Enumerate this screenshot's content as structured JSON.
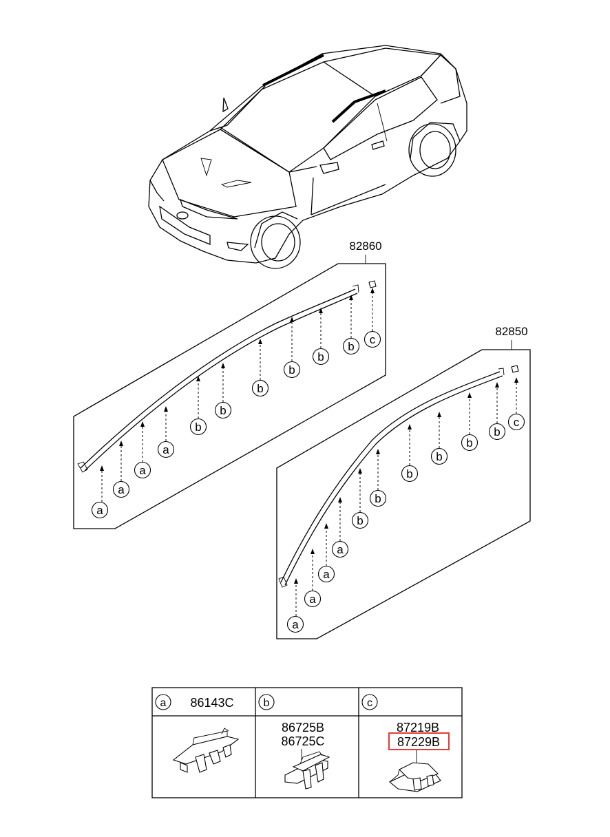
{
  "callouts": {
    "upper_assembly": "82860",
    "lower_assembly": "82850"
  },
  "clip_letters": {
    "a": "a",
    "b": "b",
    "c": "c"
  },
  "legend": {
    "a": {
      "letter": "a",
      "parts": [
        "86143C"
      ]
    },
    "b": {
      "letter": "b",
      "parts": [
        "86725B",
        "86725C"
      ]
    },
    "c": {
      "letter": "c",
      "parts": [
        "87219B",
        "87229B"
      ],
      "highlighted_part": "87229B",
      "highlight_color": "#e53935"
    }
  },
  "icons": [
    "car-body-icon",
    "moulding-strip-icon",
    "clip-a-icon",
    "clip-b-icon",
    "clip-c-icon"
  ]
}
